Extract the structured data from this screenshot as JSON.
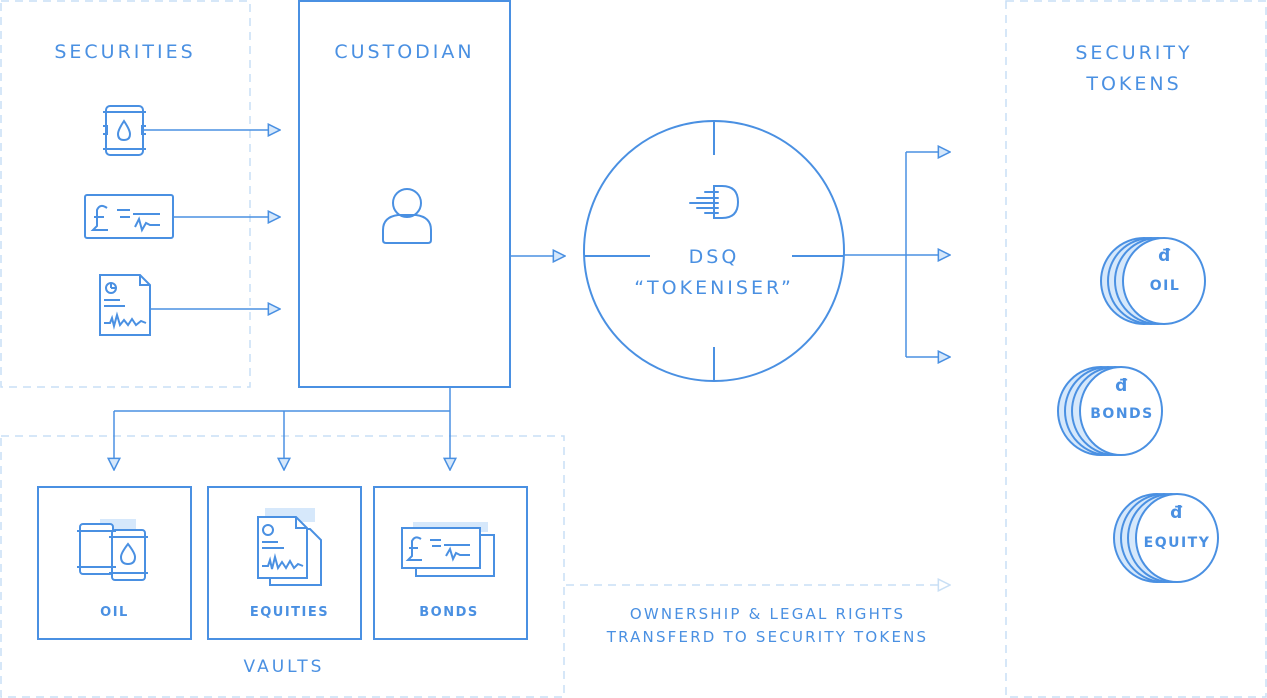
{
  "securities": {
    "title": "SECURITIES"
  },
  "custodian": {
    "title": "CUSTODIAN"
  },
  "tokeniser": {
    "line1": "DSQ",
    "line2": "“TOKENISER”"
  },
  "security_tokens": {
    "line1": "SECURITY",
    "line2": "TOKENS"
  },
  "vaults": {
    "title": "VAULTS",
    "items": [
      {
        "label": "OIL",
        "icon": "oil-barrels-icon"
      },
      {
        "label": "EQUITIES",
        "icon": "equity-documents-icon"
      },
      {
        "label": "BONDS",
        "icon": "bond-certificates-icon"
      }
    ]
  },
  "tokens": [
    {
      "symbol": "đ",
      "label": "OIL"
    },
    {
      "symbol": "đ",
      "label": "BONDS"
    },
    {
      "symbol": "đ",
      "label": "EQUITY"
    }
  ],
  "note": {
    "line1": "OWNERSHIP & LEGAL RIGHTS",
    "line2": "TRANSFERD TO SECURITY TOKENS"
  },
  "colors": {
    "accent": "#4a90e2",
    "fill": "#d6e8fb",
    "dash": "#c9dff5"
  }
}
